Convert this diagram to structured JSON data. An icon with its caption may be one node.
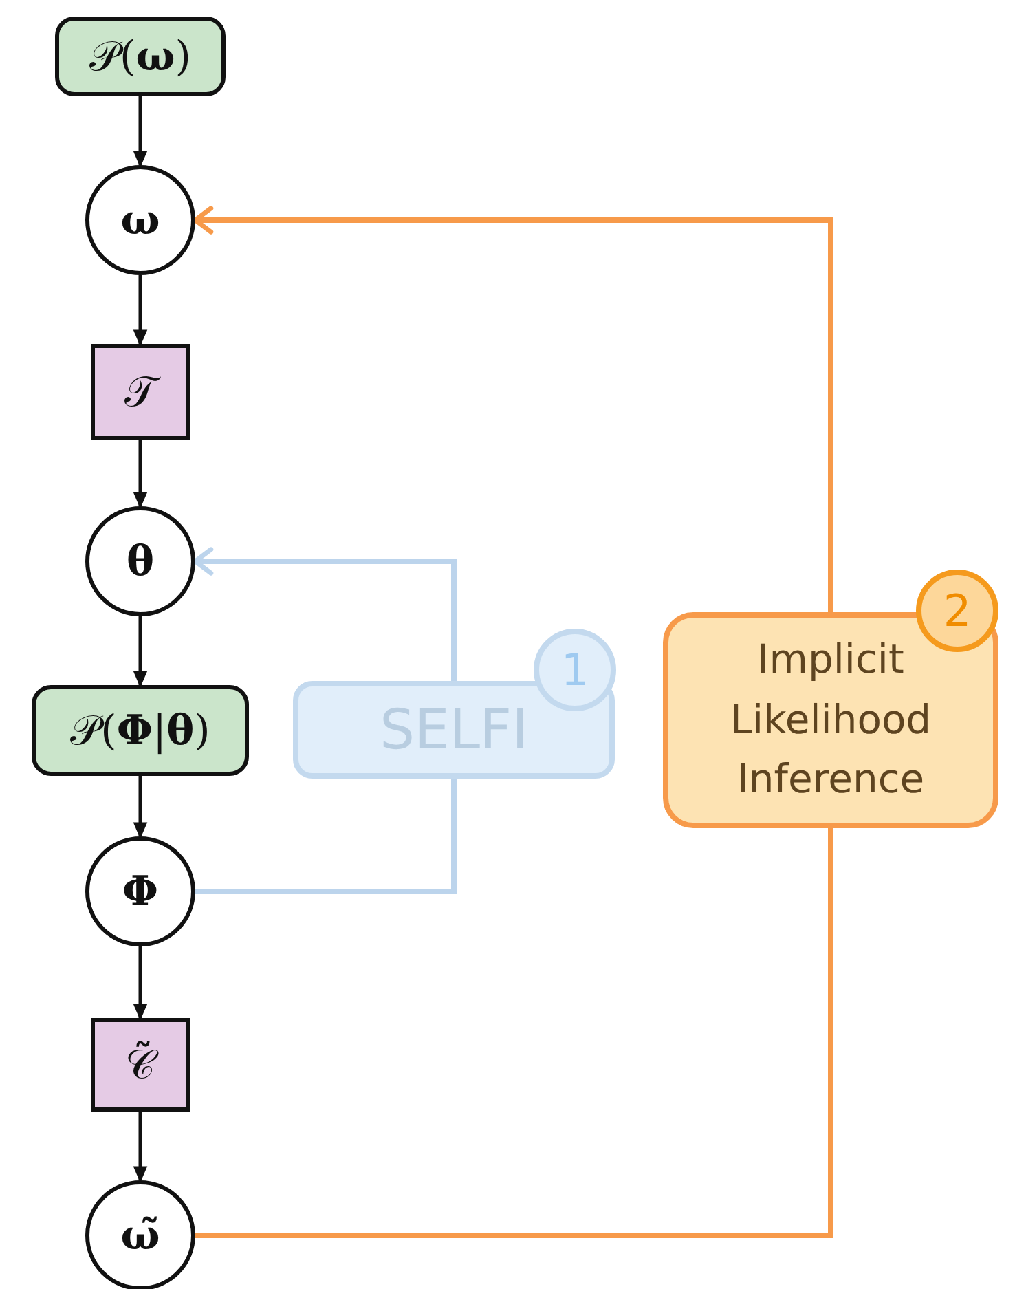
{
  "diagram": {
    "nodes": [
      {
        "text": [
          "𝒫(**ω**)"
        ]
      },
      {
        "text": [
          "ω"
        ]
      },
      {
        "text": [
          "𝒯"
        ]
      },
      {
        "text": [
          "θ"
        ]
      },
      {
        "text": [
          "𝒫(**Φ**|**θ**)"
        ]
      },
      {
        "text": [
          "Φ"
        ]
      },
      {
        "text": [
          "𝒞̃"
        ]
      },
      {
        "text": [
          "ω̃"
        ]
      },
      {
        "text": [
          "SELFI"
        ]
      },
      {
        "text": [
          "1"
        ]
      },
      {
        "text": [
          "Implicit Likelihood Inference"
        ]
      },
      {
        "text": [
          "2"
        ]
      }
    ],
    "edges": [
      {
        "from": 0,
        "to": 1,
        "arrow": "to"
      },
      {
        "from": 1,
        "to": 2,
        "arrow": "to"
      },
      {
        "from": 2,
        "to": 3,
        "arrow": "to"
      },
      {
        "from": 3,
        "to": 4,
        "arrow": "to"
      },
      {
        "from": 4,
        "to": 5,
        "arrow": "to"
      },
      {
        "from": 5,
        "to": 6,
        "arrow": "to"
      },
      {
        "from": 6,
        "to": 7,
        "arrow": "to"
      },
      {
        "from": 5,
        "to": 8,
        "arrow": "none",
        "color": "#bcd4ec"
      },
      {
        "from": 8,
        "to": 3,
        "arrow": "to",
        "color": "#bcd4ec"
      },
      {
        "from": 7,
        "to": 10,
        "arrow": "none",
        "color": "#f79a4a"
      },
      {
        "from": 10,
        "to": 1,
        "arrow": "to",
        "color": "#f79a4a"
      }
    ]
  }
}
